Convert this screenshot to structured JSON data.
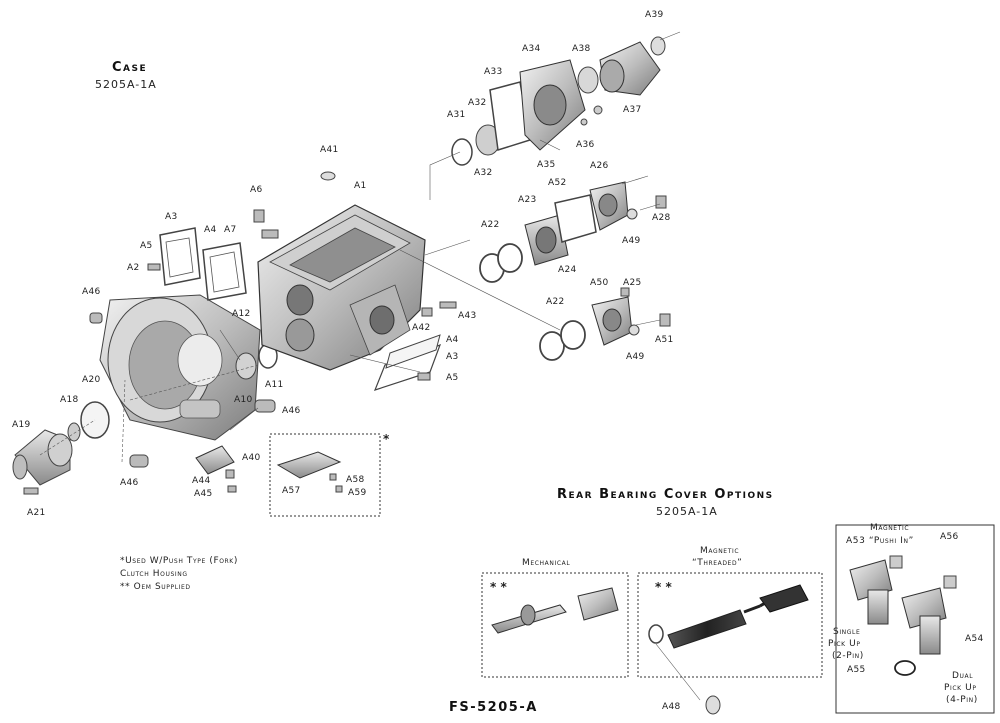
{
  "case": {
    "title": "Case",
    "part_no": "5205A-1A"
  },
  "rear_options": {
    "title": "Rear Bearing Cover Options",
    "part_no": "5205A-1A"
  },
  "notes": {
    "push_type": "*Used W/Push Type (Fork)",
    "push_type_2": "Clutch Housing",
    "oem": "** Oem Supplied"
  },
  "options": {
    "mechanical": "Mechanical",
    "magnetic_threaded_1": "Magnetic",
    "magnetic_threaded_2": "“Threaded”",
    "magnetic_push_1": "Magnetic",
    "magnetic_push_2": "A53 “Pushi In”",
    "single_1": "Single",
    "single_2": "Pick Up",
    "single_3": "(2-Pin)",
    "dual_1": "Dual",
    "dual_2": "Pick Up",
    "dual_3": "(4-Pin)",
    "stars_mech": "* *",
    "stars_mag": "* *",
    "star_kit": "*"
  },
  "model": "FS-5205-A",
  "labels": {
    "A1": "A1",
    "A2": "A2",
    "A3": "A3",
    "A3b": "A3",
    "A4": "A4",
    "A4b": "A4",
    "A5": "A5",
    "A5b": "A5",
    "A6": "A6",
    "A7": "A7",
    "A10": "A10",
    "A11": "A11",
    "A12": "A12",
    "A18": "A18",
    "A19": "A19",
    "A20": "A20",
    "A21": "A21",
    "A22": "A22",
    "A22b": "A22",
    "A23": "A23",
    "A24": "A24",
    "A25": "A25",
    "A26": "A26",
    "A28": "A28",
    "A31": "A31",
    "A32": "A32",
    "A32b": "A32",
    "A33": "A33",
    "A34": "A34",
    "A35": "A35",
    "A36": "A36",
    "A37": "A37",
    "A38": "A38",
    "A39": "A39",
    "A40": "A40",
    "A41": "A41",
    "A42": "A42",
    "A43": "A43",
    "A44": "A44",
    "A45": "A45",
    "A46": "A46",
    "A46b": "A46",
    "A46c": "A46",
    "A48": "A48",
    "A49": "A49",
    "A49b": "A49",
    "A50": "A50",
    "A51": "A51",
    "A52": "A52",
    "A54": "A54",
    "A55": "A55",
    "A56": "A56",
    "A57": "A57",
    "A58": "A58",
    "A59": "A59"
  }
}
